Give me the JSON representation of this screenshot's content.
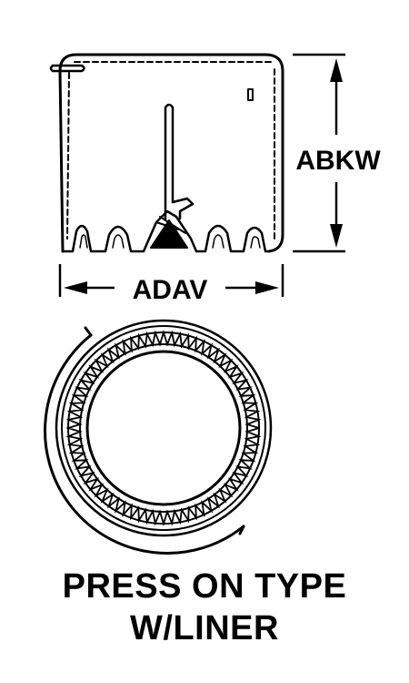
{
  "dimensions": {
    "height_label": "ABKW",
    "width_label": "ADAV"
  },
  "caption": {
    "line1": "PRESS ON TYPE",
    "line2": "W/LINER"
  },
  "colors": {
    "ink": "#000000",
    "background": "#ffffff"
  }
}
